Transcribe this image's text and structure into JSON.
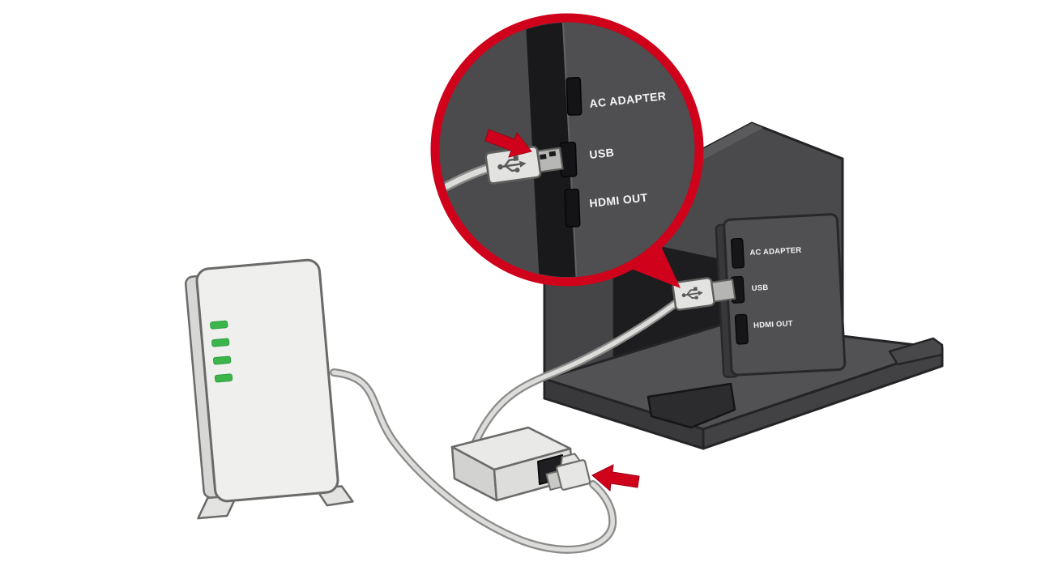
{
  "zoom_callout": {
    "labels": {
      "ac_adapter": "AC ADAPTER",
      "usb": "USB",
      "hdmi_out": "HDMI OUT"
    }
  },
  "dock_panel": {
    "labels": {
      "ac_adapter": "AC ADAPTER",
      "usb": "USB",
      "hdmi_out": "HDMI OUT"
    }
  },
  "colors": {
    "accent_red": "#d0021b",
    "led_green": "#3cb54a",
    "dock_gray": "#4a4a4c",
    "router_gray": "#efefed",
    "cable_gray": "#dcdcda"
  }
}
